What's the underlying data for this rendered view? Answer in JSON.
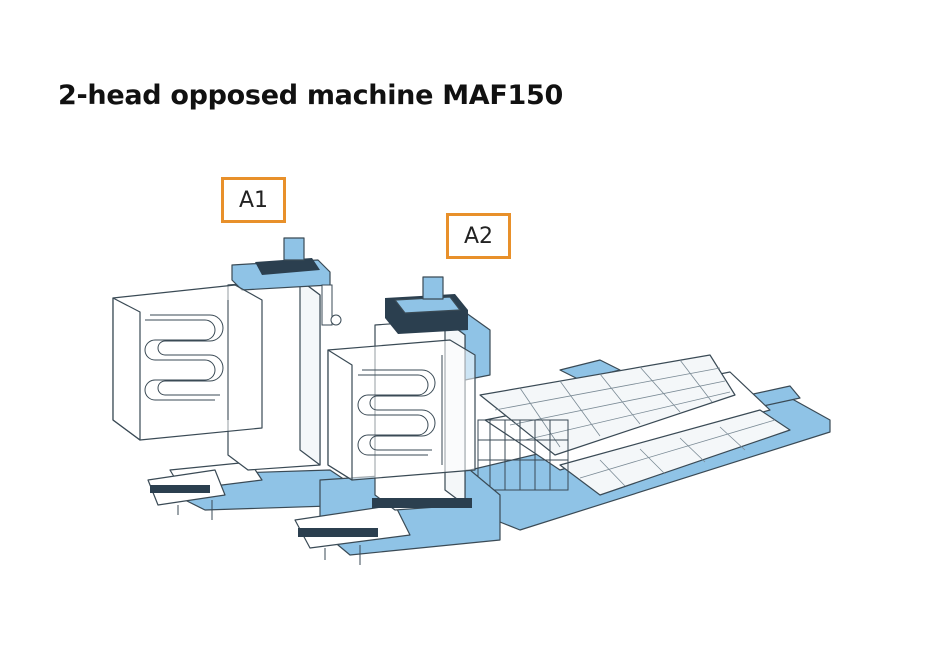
{
  "title": "2-head opposed machine MAF150",
  "labels": {
    "a1": "A1",
    "a2": "A2"
  },
  "colors": {
    "accent_label_border": "#e8902a",
    "machine_blue": "#8fc3e6",
    "machine_dark": "#2b3f4f",
    "outline": "#3a4a55"
  }
}
